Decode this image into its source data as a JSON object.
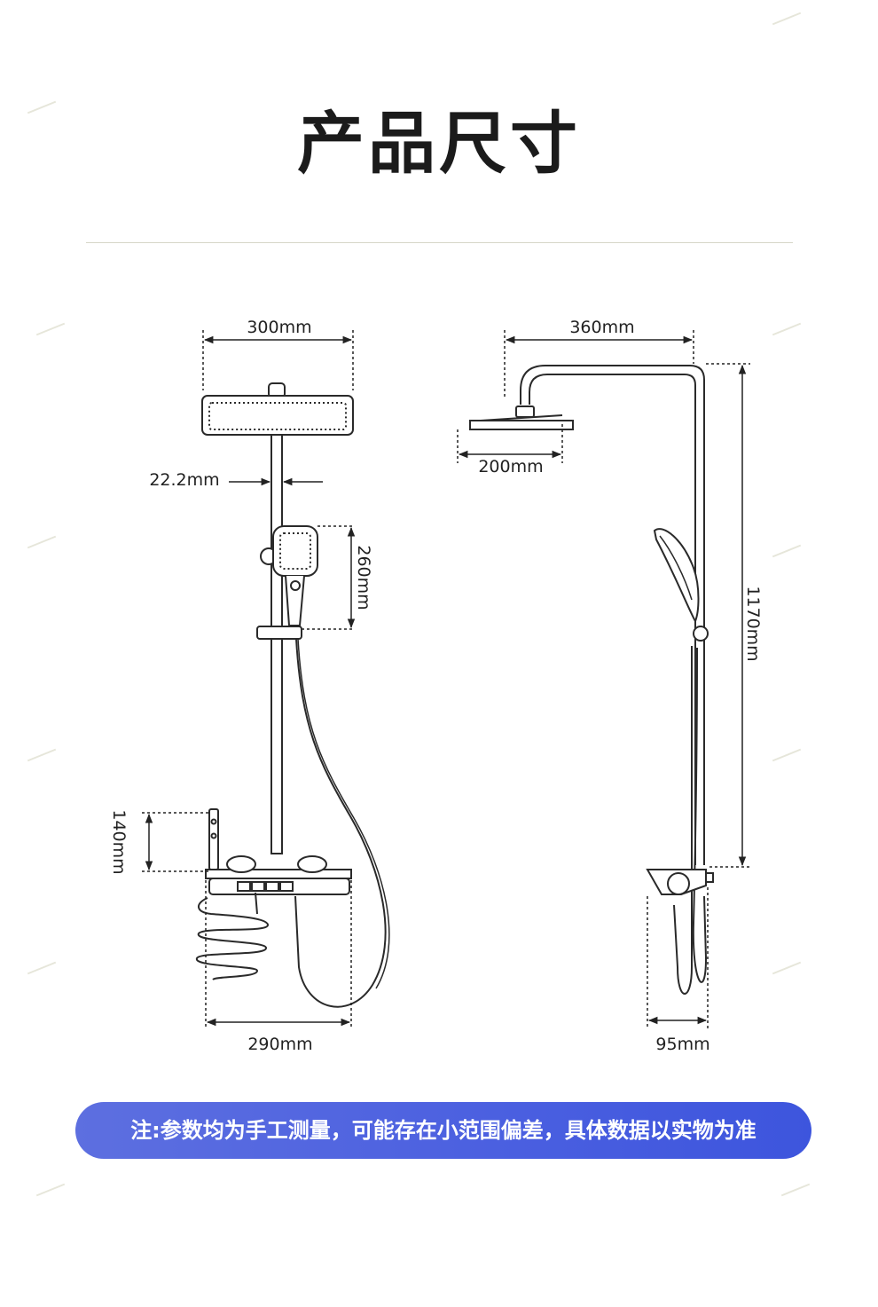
{
  "title": "产品尺寸",
  "dimensions": {
    "head_width": "300mm",
    "pipe_diameter": "22.2mm",
    "handheld_length": "260mm",
    "shelf_height": "140mm",
    "shelf_width": "290mm",
    "arm_reach": "360mm",
    "head_depth": "200mm",
    "total_height": "1170mm",
    "shelf_depth": "95mm"
  },
  "note": "注:参数均为手工测量，可能存在小范围偏差，具体数据以实物为准"
}
